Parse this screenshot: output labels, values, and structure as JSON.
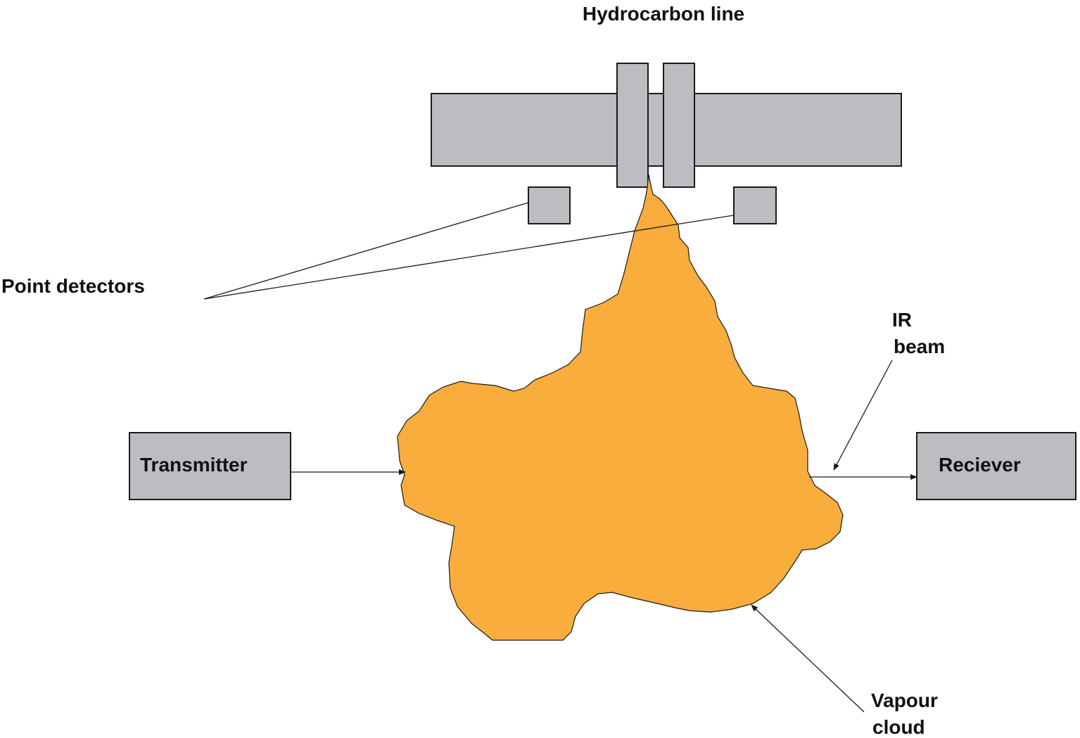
{
  "labels": {
    "hydrocarbon_line": "Hydrocarbon line",
    "point_detectors": "Point detectors",
    "ir_beam_line1": "IR",
    "ir_beam_line2": "beam",
    "transmitter": "Transmitter",
    "receiver": "Reciever",
    "vapour_cloud_line1": "Vapour",
    "vapour_cloud_line2": "cloud"
  },
  "colors": {
    "equipment": "#bcbdc0",
    "vapour_cloud": "#f9ad3d",
    "outline": "#1a1a1a",
    "text": "#111111"
  }
}
